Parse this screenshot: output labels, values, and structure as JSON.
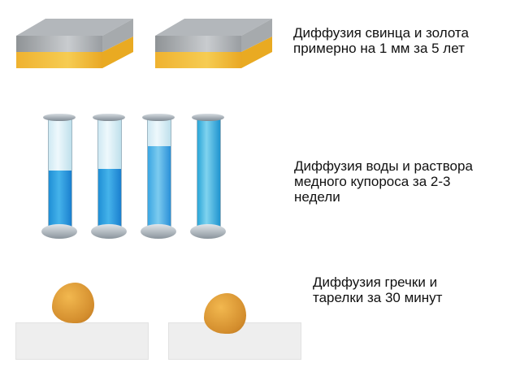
{
  "rows": [
    {
      "id": "lead-gold",
      "caption_lines": [
        "Диффузия свинца и золота",
        "примерно на 1 мм за 5 лет"
      ],
      "colors": {
        "lead": "#9a9ea2",
        "gold": "#f0b62c"
      }
    },
    {
      "id": "water-copper-sulfate",
      "caption_lines": [
        "Диффузия воды и раствора",
        "медного купороса за 2-3",
        "недели"
      ],
      "tube_fill_percent": [
        53,
        54,
        75,
        100
      ],
      "colors": {
        "solution": "#2a9be0",
        "glass": "#d9eff7"
      }
    },
    {
      "id": "buckwheat-plate",
      "caption_lines": [
        "Диффузия гречки и",
        "тарелки за 30 минут"
      ],
      "colors": {
        "grain": "#e0a040",
        "plate": "#eeeeee"
      }
    }
  ]
}
